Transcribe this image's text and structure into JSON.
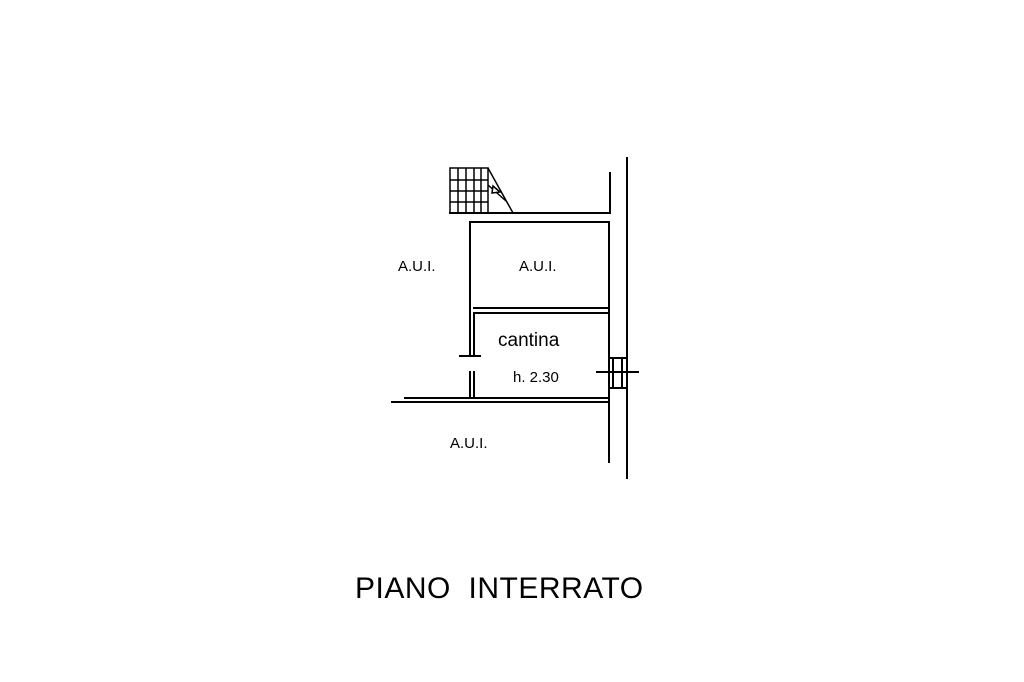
{
  "title": "PIANO  INTERRATO",
  "rooms": {
    "aui_left": "A.U.I.",
    "aui_top": "A.U.I.",
    "aui_bottom": "A.U.I.",
    "cantina": "cantina",
    "height": "h. 2.30"
  },
  "colors": {
    "line": "#000000",
    "background": "#ffffff"
  }
}
